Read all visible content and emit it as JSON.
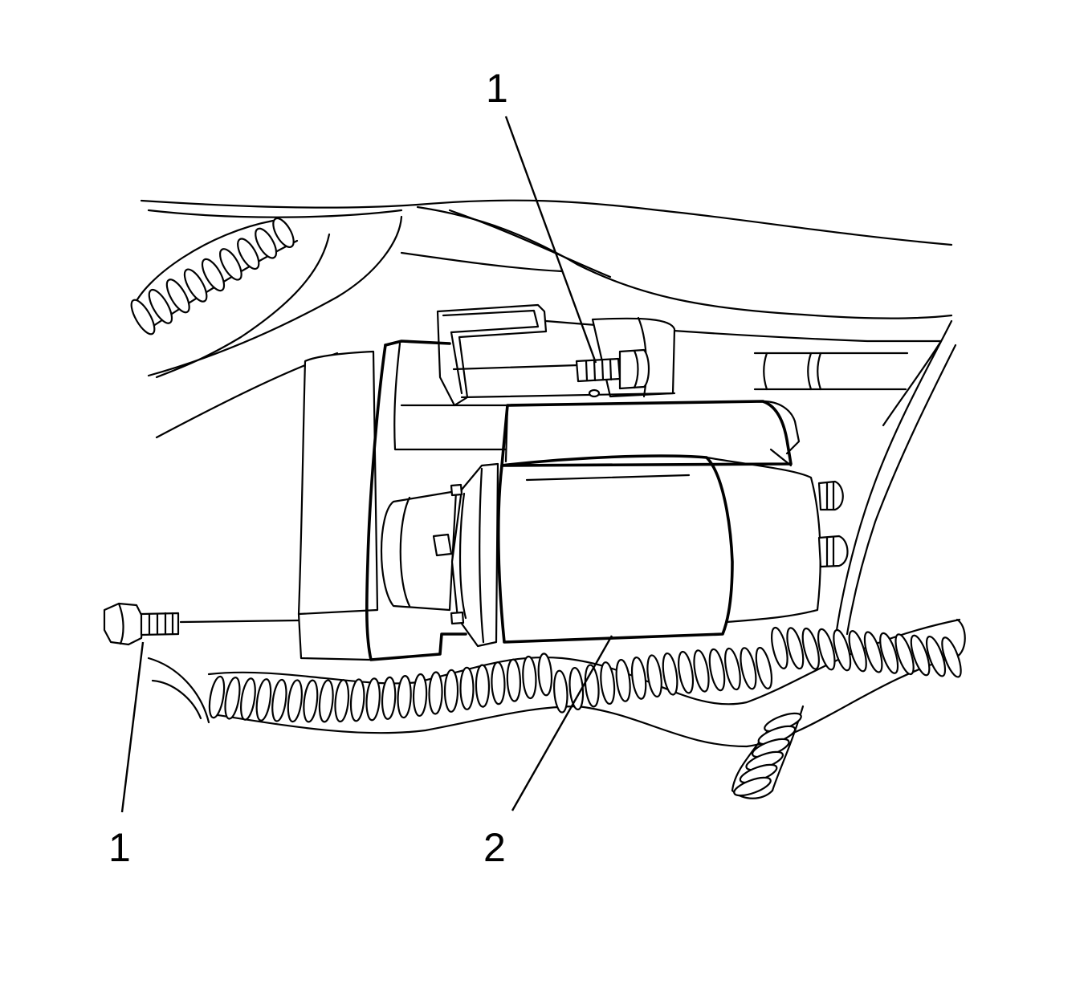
{
  "callouts": {
    "top_bolt": "1",
    "left_bolt": "1",
    "starter": "2"
  },
  "colors": {
    "line": "#000000",
    "background": "#ffffff"
  }
}
